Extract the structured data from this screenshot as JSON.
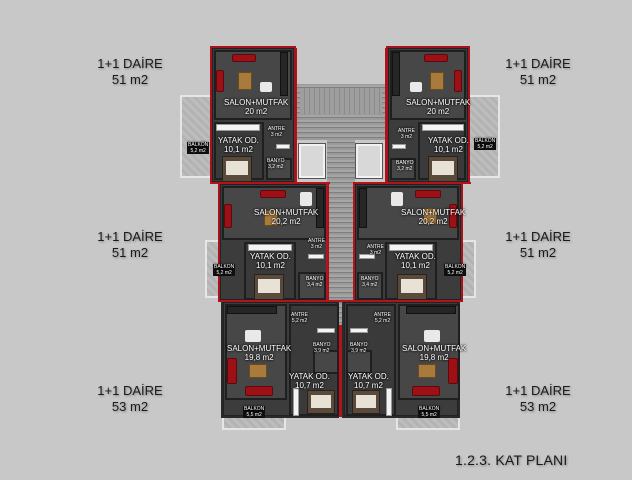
{
  "title": "1.2.3. KAT PLANI",
  "colors": {
    "background": "#c8c8c8",
    "wall_accent": "#b3141c",
    "floor": "#474747",
    "furniture_red": "#9d1016",
    "wood": "#a87a3c"
  },
  "units": [
    {
      "id": "top-left",
      "type": "1+1 DAİRE",
      "area": "51 m2",
      "rooms": {
        "salon": {
          "name": "SALON+MUTFAK",
          "area": "20 m2"
        },
        "yatak": {
          "name": "YATAK OD.",
          "area": "10,1 m2"
        },
        "antre": {
          "name": "ANTRE",
          "area": "3 m2"
        },
        "banyo": {
          "name": "BANYO",
          "area": "3,2 m2"
        },
        "balkon": {
          "name": "BALKON",
          "area": "5,2 m2"
        }
      }
    },
    {
      "id": "top-right",
      "type": "1+1 DAİRE",
      "area": "51 m2",
      "rooms": {
        "salon": {
          "name": "SALON+MUTFAK",
          "area": "20 m2"
        },
        "yatak": {
          "name": "YATAK OD.",
          "area": "10,1 m2"
        },
        "antre": {
          "name": "ANTRE",
          "area": "3 m2"
        },
        "banyo": {
          "name": "BANYO",
          "area": "3,2 m2"
        },
        "balkon": {
          "name": "BALKON",
          "area": "5,2 m2"
        }
      }
    },
    {
      "id": "mid-left",
      "type": "1+1 DAİRE",
      "area": "51 m2",
      "rooms": {
        "salon": {
          "name": "SALON+MUTFAK",
          "area": "20,2 m2"
        },
        "yatak": {
          "name": "YATAK OD.",
          "area": "10,1 m2"
        },
        "antre": {
          "name": "ANTRE",
          "area": "3 m2"
        },
        "banyo": {
          "name": "BANYO",
          "area": "3,4 m2"
        },
        "balkon": {
          "name": "BALKON",
          "area": "5,2 m2"
        }
      }
    },
    {
      "id": "mid-right",
      "type": "1+1 DAİRE",
      "area": "51 m2",
      "rooms": {
        "salon": {
          "name": "SALON+MUTFAK",
          "area": "20,2 m2"
        },
        "yatak": {
          "name": "YATAK OD.",
          "area": "10,1 m2"
        },
        "antre": {
          "name": "ANTRE",
          "area": "3 m2"
        },
        "banyo": {
          "name": "BANYO",
          "area": "3,4 m2"
        },
        "balkon": {
          "name": "BALKON",
          "area": "5,2 m2"
        }
      }
    },
    {
      "id": "bottom-left",
      "type": "1+1 DAİRE",
      "area": "53 m2",
      "rooms": {
        "salon": {
          "name": "SALON+MUTFAK",
          "area": "19,8 m2"
        },
        "yatak": {
          "name": "YATAK OD.",
          "area": "10,7 m2"
        },
        "antre": {
          "name": "ANTRE",
          "area": "5,2 m2"
        },
        "banyo": {
          "name": "BANYO",
          "area": "3,9 m2"
        },
        "balkon": {
          "name": "BALKON",
          "area": "5,5 m2"
        }
      }
    },
    {
      "id": "bottom-right",
      "type": "1+1 DAİRE",
      "area": "53 m2",
      "rooms": {
        "salon": {
          "name": "SALON+MUTFAK",
          "area": "19,8 m2"
        },
        "yatak": {
          "name": "YATAK OD.",
          "area": "10,7 m2"
        },
        "antre": {
          "name": "ANTRE",
          "area": "5,2 m2"
        },
        "banyo": {
          "name": "BANYO",
          "area": "3,9 m2"
        },
        "balkon": {
          "name": "BALKON",
          "area": "5,5 m2"
        }
      }
    }
  ]
}
